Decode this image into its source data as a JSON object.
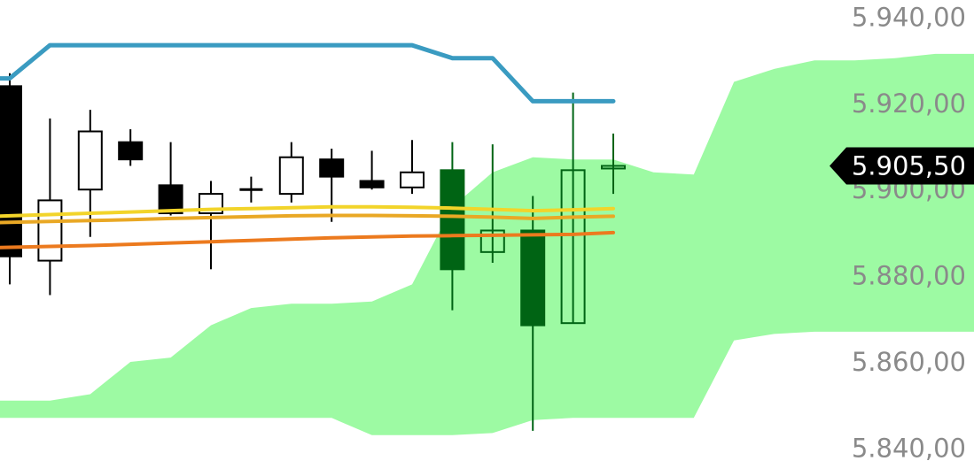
{
  "chart_data": {
    "type": "candlestick",
    "colors": {
      "cloud": "#9dfaa3",
      "upper_band": "#3a9bc1",
      "ma_yellow": "#f2d42a",
      "ma_amber": "#e9a825",
      "ma_orange": "#ec7a1e",
      "candle_black": "#000000",
      "candle_green": "#006414",
      "price_tag_bg": "#000000",
      "price_tag_text": "#ffffff",
      "axis_text": "#8a8a8a"
    },
    "y_axis": {
      "range": [
        5837.0,
        5944.0
      ],
      "ticks": [
        {
          "value": 5940,
          "label": "5.940,00"
        },
        {
          "value": 5920,
          "label": "5.920,00"
        },
        {
          "value": 5900,
          "label": "5.900,00"
        },
        {
          "value": 5880,
          "label": "5.880,00"
        },
        {
          "value": 5860,
          "label": "5.860,00"
        },
        {
          "value": 5840,
          "label": "5.840,00"
        }
      ]
    },
    "current_price": {
      "value": 5905.5,
      "label": "5.905,50"
    },
    "candles": [
      {
        "x": 0,
        "open": 5924.0,
        "high": 5927.0,
        "low": 5878.0,
        "close": 5884.5,
        "style": "black-filled"
      },
      {
        "x": 1,
        "open": 5883.5,
        "high": 5916.5,
        "low": 5875.5,
        "close": 5897.5,
        "style": "hollow"
      },
      {
        "x": 2,
        "open": 5900.0,
        "high": 5918.5,
        "low": 5889.0,
        "close": 5913.5,
        "style": "hollow"
      },
      {
        "x": 3,
        "open": 5911.0,
        "high": 5914.0,
        "low": 5905.5,
        "close": 5907.0,
        "style": "black-filled"
      },
      {
        "x": 4,
        "open": 5901.0,
        "high": 5911.0,
        "low": 5894.0,
        "close": 5894.5,
        "style": "black-filled"
      },
      {
        "x": 5,
        "open": 5894.5,
        "high": 5902.0,
        "low": 5881.5,
        "close": 5899.0,
        "style": "hollow"
      },
      {
        "x": 6,
        "open": 5900.0,
        "high": 5903.0,
        "low": 5897.0,
        "close": 5900.0,
        "style": "doji"
      },
      {
        "x": 7,
        "open": 5899.0,
        "high": 5911.0,
        "low": 5897.0,
        "close": 5907.5,
        "style": "hollow"
      },
      {
        "x": 8,
        "open": 5907.0,
        "high": 5909.5,
        "low": 5892.5,
        "close": 5903.0,
        "style": "black-filled"
      },
      {
        "x": 9,
        "open": 5902.0,
        "high": 5909.0,
        "low": 5900.0,
        "close": 5900.5,
        "style": "black-filled"
      },
      {
        "x": 10,
        "open": 5900.5,
        "high": 5911.5,
        "low": 5899.0,
        "close": 5904.0,
        "style": "hollow"
      },
      {
        "x": 11,
        "open": 5904.5,
        "high": 5911.0,
        "low": 5872.0,
        "close": 5881.5,
        "style": "green-filled"
      },
      {
        "x": 12,
        "open": 5885.5,
        "high": 5910.5,
        "low": 5883.0,
        "close": 5890.5,
        "style": "green-hollow"
      },
      {
        "x": 13,
        "open": 5890.5,
        "high": 5898.5,
        "low": 5844.0,
        "close": 5868.5,
        "style": "green-filled"
      },
      {
        "x": 14,
        "open": 5869.0,
        "high": 5922.5,
        "low": 5869.0,
        "close": 5904.5,
        "style": "green-hollow"
      },
      {
        "x": 15,
        "open": 5905.5,
        "high": 5913.0,
        "low": 5899.0,
        "close": 5905.5,
        "style": "green-hollow"
      }
    ],
    "series": [
      {
        "type": "line",
        "color": "upper_band",
        "x": [
          -1,
          0,
          1,
          2,
          3,
          4,
          5,
          6,
          7,
          8,
          9,
          10,
          11,
          12,
          13,
          14,
          15
        ],
        "values": [
          5925.8,
          5925.8,
          5933.5,
          5933.5,
          5933.5,
          5933.5,
          5933.5,
          5933.5,
          5933.5,
          5933.5,
          5933.5,
          5933.5,
          5930.5,
          5930.5,
          5920.5,
          5920.5,
          5920.5
        ]
      },
      {
        "type": "line",
        "color": "ma_yellow",
        "x": [
          -1,
          0,
          1,
          2,
          3,
          4,
          5,
          6,
          7,
          8,
          9,
          10,
          11,
          12,
          13,
          14,
          15
        ],
        "values": [
          5893.6,
          5893.9,
          5894.2,
          5894.5,
          5894.8,
          5895.1,
          5895.4,
          5895.6,
          5895.8,
          5896.0,
          5896.0,
          5895.9,
          5895.7,
          5895.4,
          5895.1,
          5895.3,
          5895.6
        ]
      },
      {
        "type": "line",
        "color": "ma_amber",
        "x": [
          -1,
          0,
          1,
          2,
          3,
          4,
          5,
          6,
          7,
          8,
          9,
          10,
          11,
          12,
          13,
          14,
          15
        ],
        "values": [
          5892.2,
          5892.4,
          5892.6,
          5892.8,
          5893.0,
          5893.3,
          5893.5,
          5893.7,
          5893.9,
          5894.0,
          5894.0,
          5893.9,
          5893.8,
          5893.6,
          5893.3,
          5893.6,
          5893.8
        ]
      },
      {
        "type": "line",
        "color": "ma_orange",
        "x": [
          -1,
          0,
          1,
          2,
          3,
          4,
          5,
          6,
          7,
          8,
          9,
          10,
          11,
          12,
          13,
          14,
          15
        ],
        "values": [
          5886.4,
          5886.6,
          5886.8,
          5887.0,
          5887.3,
          5887.6,
          5887.9,
          5888.2,
          5888.5,
          5888.8,
          5889.0,
          5889.2,
          5889.3,
          5889.4,
          5889.5,
          5889.6,
          5890.0
        ]
      }
    ],
    "cloud": {
      "color": "cloud",
      "x": [
        -1,
        0,
        1,
        2,
        3,
        4,
        5,
        6,
        7,
        8,
        9,
        10,
        11,
        12,
        13,
        14,
        15,
        16,
        17,
        18,
        19,
        20,
        21,
        22,
        23,
        24
      ],
      "upper": [
        5851.0,
        5851.0,
        5851.0,
        5852.5,
        5860.0,
        5861.0,
        5868.5,
        5872.5,
        5873.5,
        5873.5,
        5874.0,
        5878.0,
        5896.0,
        5904.0,
        5907.5,
        5907.0,
        5907.0,
        5904.0,
        5903.5,
        5925.0,
        5928.0,
        5930.0,
        5930.0,
        5930.5,
        5931.5,
        5931.5
      ],
      "lower": [
        5847.0,
        5847.0,
        5847.0,
        5847.0,
        5847.0,
        5847.0,
        5847.0,
        5847.0,
        5847.0,
        5847.0,
        5843.0,
        5843.0,
        5843.0,
        5843.5,
        5846.5,
        5847.0,
        5847.0,
        5847.0,
        5847.0,
        5865.0,
        5866.5,
        5867.0,
        5867.0,
        5867.0,
        5867.0,
        5867.0
      ]
    }
  }
}
